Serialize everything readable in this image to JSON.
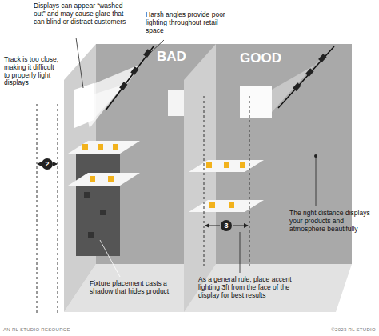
{
  "diagram": {
    "nodes": [
      {
        "text": [
          "2"
        ]
      },
      {
        "text": [
          "3"
        ]
      }
    ],
    "labels": [
      "Displays can appear “washed-out” and may cause glare that can blind or distract customers",
      "Harsh angles provide poor lighting throughout retail space",
      "BAD",
      "GOOD",
      "Track is too close, making it difficult to properly light displays",
      "Fixture placement casts a shadow that hides product",
      "As a general rule, place accent lighting 3ft from the face of the display for best results",
      "The right distance displays your products and atmosphere beautifully",
      "AN RL STUDIO RESOURCE",
      "©2023 RL STUDIO"
    ]
  }
}
